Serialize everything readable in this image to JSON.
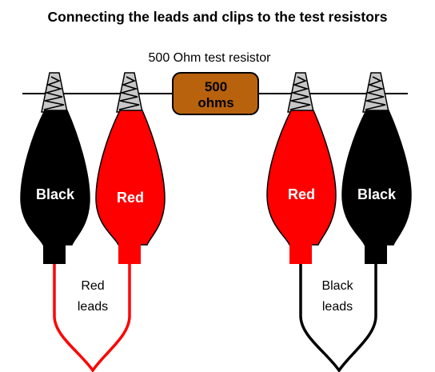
{
  "title": "Connecting the leads and clips to the test resistors",
  "resistor": {
    "caption": "500 Ohm test resistor",
    "value_line1": "500",
    "value_line2": "ohms",
    "color": "#b8620e"
  },
  "clips": [
    {
      "label": "Black",
      "color": "#000000"
    },
    {
      "label": "Red",
      "color": "#ff0000"
    },
    {
      "label": "Red",
      "color": "#ff0000"
    },
    {
      "label": "Black",
      "color": "#000000"
    }
  ],
  "leads": {
    "red": {
      "line1": "Red",
      "line2": "leads",
      "color": "#ff0000"
    },
    "black": {
      "line1": "Black",
      "line2": "leads",
      "color": "#000000"
    }
  },
  "colors": {
    "clip_jaw": "#c8c8c8",
    "wire": "#000000"
  }
}
